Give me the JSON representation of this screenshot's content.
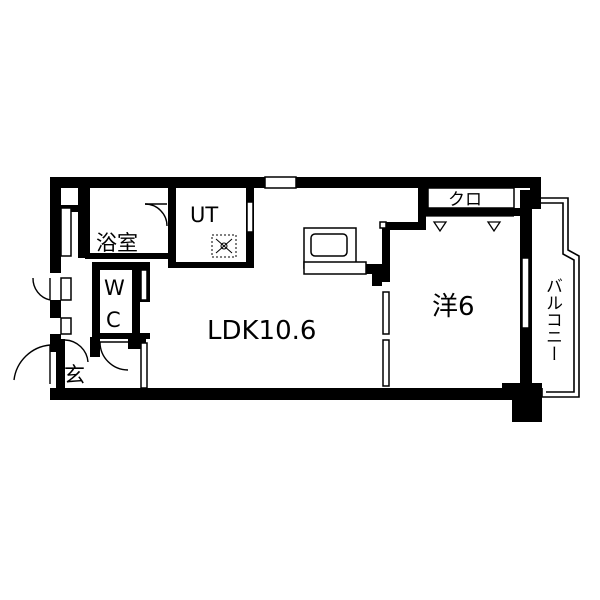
{
  "plan": {
    "rooms": {
      "bath": "浴室",
      "utility": "UT",
      "toilet_top": "W",
      "toilet_bottom": "C",
      "entrance": "玄",
      "ldk": "LDK10.6",
      "western_room": "洋6",
      "closet": "クロ",
      "balcony": "バルコニー"
    }
  }
}
